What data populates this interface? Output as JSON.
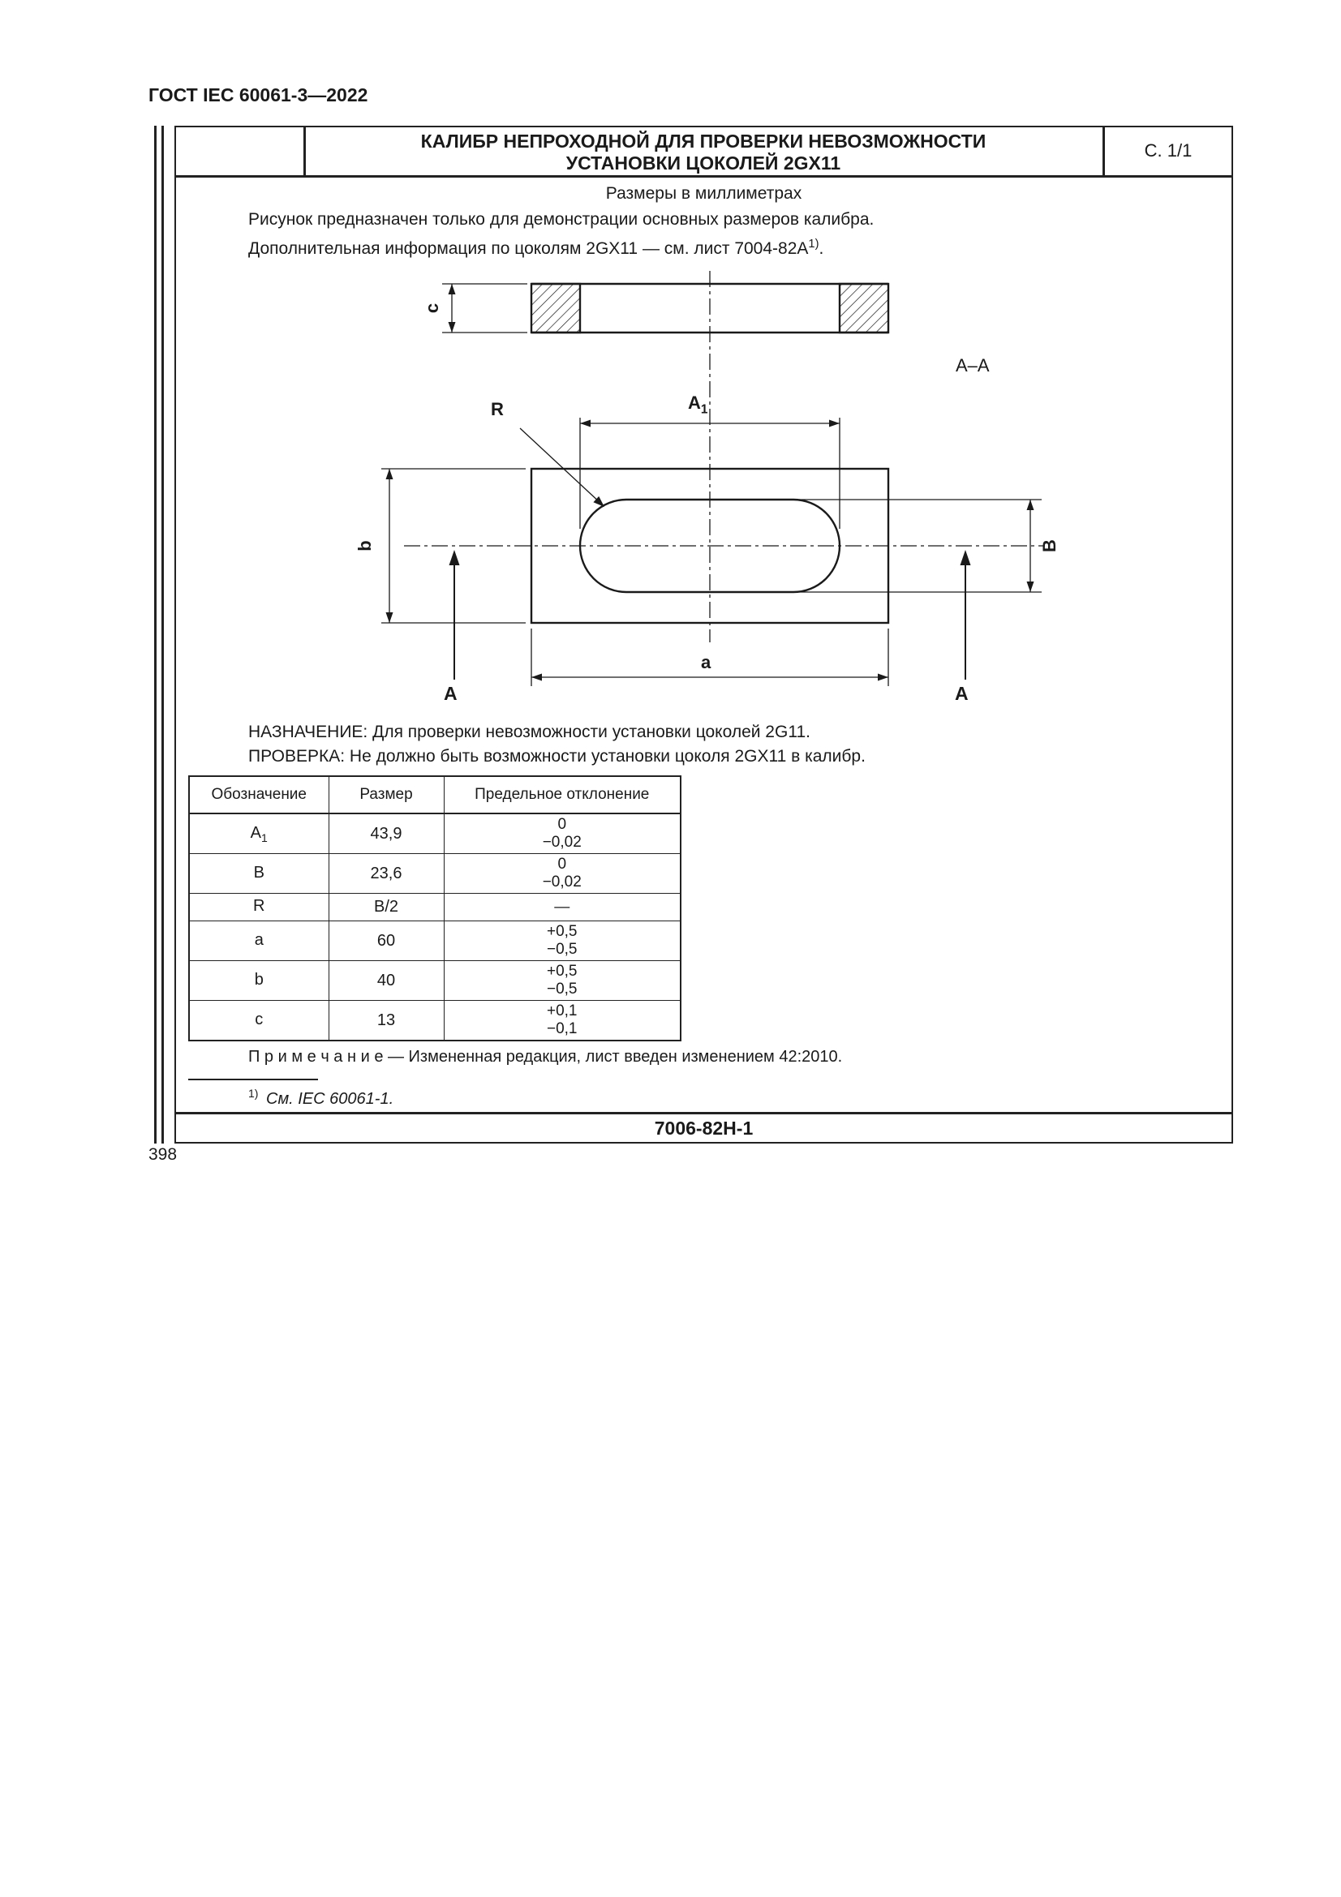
{
  "page": {
    "doc_header": "ГОСТ IEC 60061-3—2022",
    "page_number": "398"
  },
  "header": {
    "title_line1": "КАЛИБР НЕПРОХОДНОЙ ДЛЯ ПРОВЕРКИ НЕВОЗМОЖНОСТИ",
    "title_line2": "УСТАНОВКИ ЦОКОЛЕЙ 2GX11",
    "page_ref": "С. 1/1"
  },
  "body": {
    "units_note": "Размеры в миллиметрах",
    "intro_line1": "Рисунок предназначен только для демонстрации основных размеров калибра.",
    "intro_line2": "Дополнительная информация по цоколям 2GX11 — см. лист 7004-82A",
    "intro_footnote_marker": "1)",
    "intro_line2_end": ".",
    "purpose": "НАЗНАЧЕНИЕ: Для проверки невозможности установки цоколей 2G11.",
    "check": "ПРОВЕРКА: Не должно быть возможности установки цоколя 2GX11 в калибр.",
    "note": "П р и м е ч а н и е — Измененная редакция, лист введен изменением 42:2010.",
    "footnote_marker": "1)",
    "footnote_text": "См. IEC 60061-1.",
    "sheet_number": "7006-82Н-1"
  },
  "drawing": {
    "section_label": "А–А",
    "dim_c": "c",
    "dim_A": "A",
    "dim_A_sub": "1",
    "dim_R": "R",
    "dim_b": "b",
    "dim_B": "B",
    "dim_a": "a",
    "cut_label_left": "А",
    "cut_label_right": "А"
  },
  "table": {
    "headers": [
      "Обозначение",
      "Размер",
      "Предельное отклонение"
    ],
    "rows": [
      {
        "symbol": "A",
        "sub": "1",
        "size": "43,9",
        "tol_top": "0",
        "tol_bot": "−0,02"
      },
      {
        "symbol": "B",
        "sub": "",
        "size": "23,6",
        "tol_top": "0",
        "tol_bot": "−0,02"
      },
      {
        "symbol": "R",
        "sub": "",
        "size": "B/2",
        "tol_top": "—",
        "tol_bot": ""
      },
      {
        "symbol": "a",
        "sub": "",
        "size": "60",
        "tol_top": "+0,5",
        "tol_bot": "−0,5"
      },
      {
        "symbol": "b",
        "sub": "",
        "size": "40",
        "tol_top": "+0,5",
        "tol_bot": "−0,5"
      },
      {
        "symbol": "c",
        "sub": "",
        "size": "13",
        "tol_top": "+0,1",
        "tol_bot": "−0,1"
      }
    ]
  }
}
